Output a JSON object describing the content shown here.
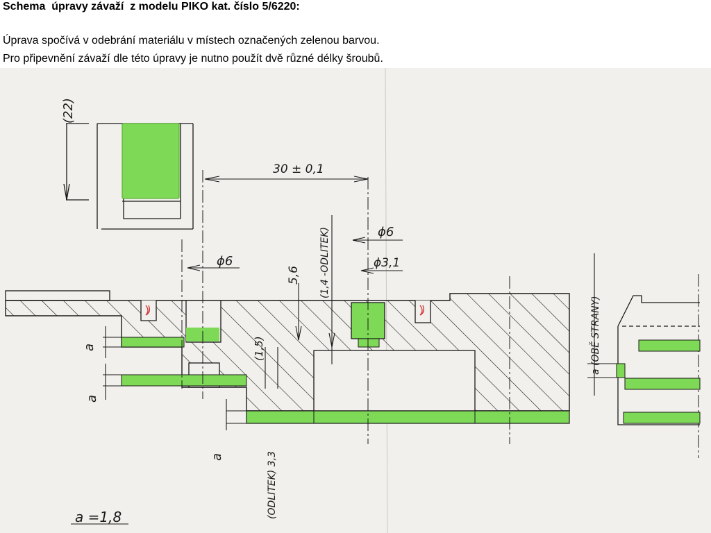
{
  "header": {
    "title": "Schema  úpravy závaží  z modelu PIKO kat. číslo 5/6220:",
    "line1": "Úprava spočívá v odebrání materiálu v místech označených zelenou barvou.",
    "line2": "Pro připevnění závaží dle této úpravy je nutno použít dvě různé délky šroubů."
  },
  "drawing": {
    "dim_22": "(22)",
    "dim_30": "30 ± 0,1",
    "dim_phi6_left": "ϕ6",
    "dim_phi6_right": "ϕ6",
    "dim_phi31": "ϕ3,1",
    "dim_56": "5,6",
    "dim_14": "(1,4 -ODLITEK)",
    "dim_15": "(1,5)",
    "dim_a1": "a",
    "dim_a2": "a",
    "dim_a3": "a",
    "dim_33": "(ODLITEK) 3,3",
    "dim_a_both": "a (OBĚ STRANY)",
    "legend_a": "a =1,8"
  },
  "colors": {
    "green": "#7ed957",
    "ink": "#1a1a1a",
    "paper": "#f1f0ec"
  }
}
